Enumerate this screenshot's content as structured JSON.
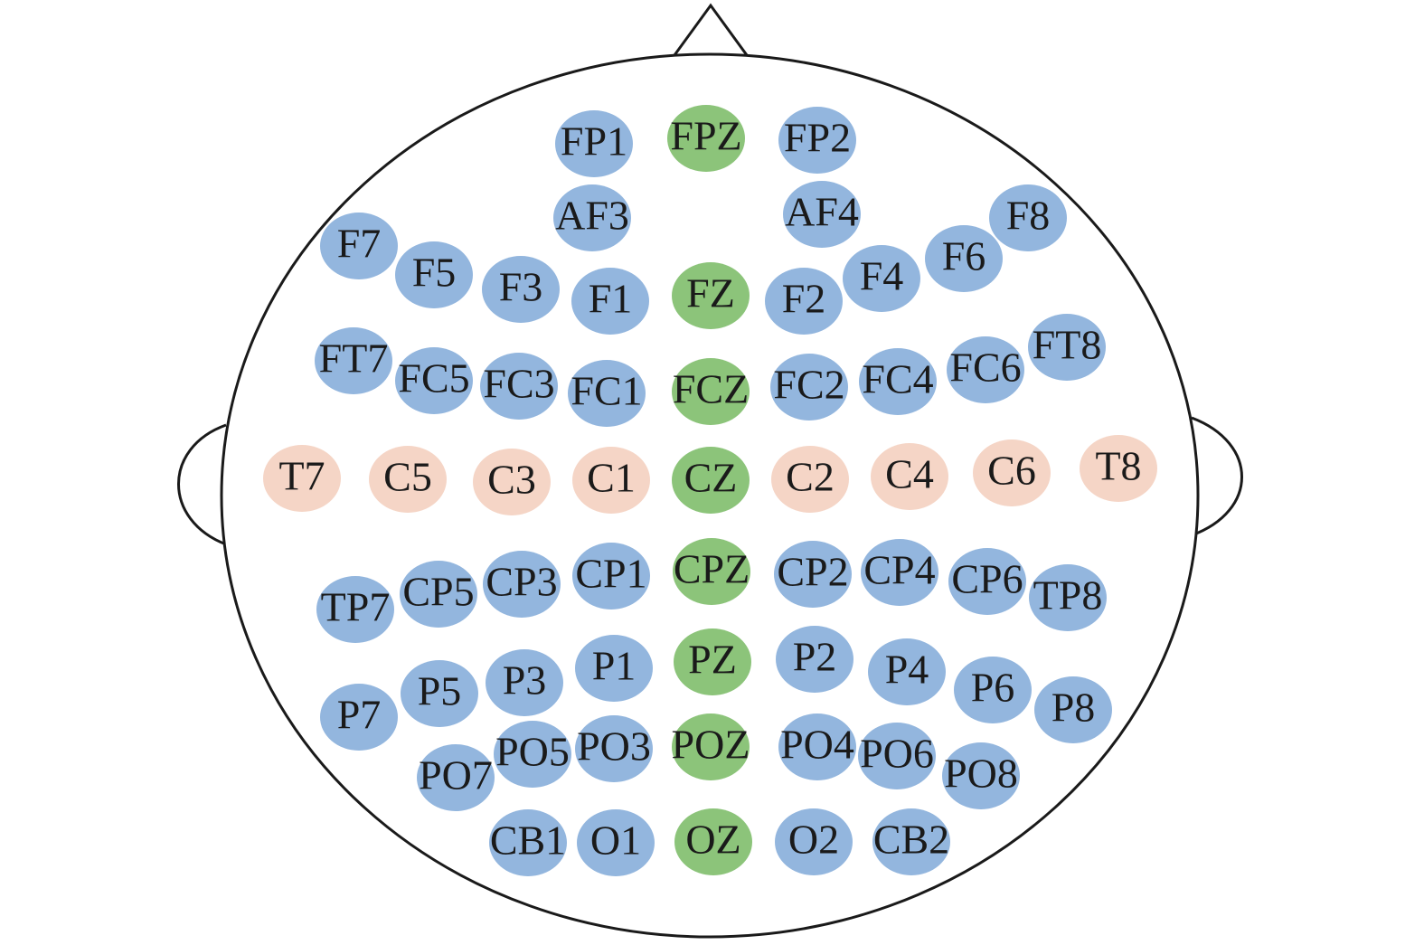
{
  "colors": {
    "midline": "#8cc47a",
    "lateral": "#93b6de",
    "central": "#f5d5c6",
    "outline": "#1a1a1a"
  },
  "electrodes": [
    {
      "label": "FP1",
      "group": "lateral"
    },
    {
      "label": "FPZ",
      "group": "midline"
    },
    {
      "label": "FP2",
      "group": "lateral"
    },
    {
      "label": "AF3",
      "group": "lateral"
    },
    {
      "label": "AF4",
      "group": "lateral"
    },
    {
      "label": "F7",
      "group": "lateral"
    },
    {
      "label": "F5",
      "group": "lateral"
    },
    {
      "label": "F3",
      "group": "lateral"
    },
    {
      "label": "F1",
      "group": "lateral"
    },
    {
      "label": "FZ",
      "group": "midline"
    },
    {
      "label": "F2",
      "group": "lateral"
    },
    {
      "label": "F4",
      "group": "lateral"
    },
    {
      "label": "F6",
      "group": "lateral"
    },
    {
      "label": "F8",
      "group": "lateral"
    },
    {
      "label": "FT7",
      "group": "lateral"
    },
    {
      "label": "FC5",
      "group": "lateral"
    },
    {
      "label": "FC3",
      "group": "lateral"
    },
    {
      "label": "FC1",
      "group": "lateral"
    },
    {
      "label": "FCZ",
      "group": "midline"
    },
    {
      "label": "FC2",
      "group": "lateral"
    },
    {
      "label": "FC4",
      "group": "lateral"
    },
    {
      "label": "FC6",
      "group": "lateral"
    },
    {
      "label": "FT8",
      "group": "lateral"
    },
    {
      "label": "T7",
      "group": "central"
    },
    {
      "label": "C5",
      "group": "central"
    },
    {
      "label": "C3",
      "group": "central"
    },
    {
      "label": "C1",
      "group": "central"
    },
    {
      "label": "CZ",
      "group": "midline"
    },
    {
      "label": "C2",
      "group": "central"
    },
    {
      "label": "C4",
      "group": "central"
    },
    {
      "label": "C6",
      "group": "central"
    },
    {
      "label": "T8",
      "group": "central"
    },
    {
      "label": "TP7",
      "group": "lateral"
    },
    {
      "label": "CP5",
      "group": "lateral"
    },
    {
      "label": "CP3",
      "group": "lateral"
    },
    {
      "label": "CP1",
      "group": "lateral"
    },
    {
      "label": "CPZ",
      "group": "midline"
    },
    {
      "label": "CP2",
      "group": "lateral"
    },
    {
      "label": "CP4",
      "group": "lateral"
    },
    {
      "label": "CP6",
      "group": "lateral"
    },
    {
      "label": "TP8",
      "group": "lateral"
    },
    {
      "label": "P7",
      "group": "lateral"
    },
    {
      "label": "P5",
      "group": "lateral"
    },
    {
      "label": "P3",
      "group": "lateral"
    },
    {
      "label": "P1",
      "group": "lateral"
    },
    {
      "label": "PZ",
      "group": "midline"
    },
    {
      "label": "P2",
      "group": "lateral"
    },
    {
      "label": "P4",
      "group": "lateral"
    },
    {
      "label": "P6",
      "group": "lateral"
    },
    {
      "label": "P8",
      "group": "lateral"
    },
    {
      "label": "PO7",
      "group": "lateral"
    },
    {
      "label": "PO5",
      "group": "lateral"
    },
    {
      "label": "PO3",
      "group": "lateral"
    },
    {
      "label": "POZ",
      "group": "midline"
    },
    {
      "label": "PO4",
      "group": "lateral"
    },
    {
      "label": "PO6",
      "group": "lateral"
    },
    {
      "label": "PO8",
      "group": "lateral"
    },
    {
      "label": "CB1",
      "group": "lateral"
    },
    {
      "label": "O1",
      "group": "lateral"
    },
    {
      "label": "OZ",
      "group": "midline"
    },
    {
      "label": "O2",
      "group": "lateral"
    },
    {
      "label": "CB2",
      "group": "lateral"
    }
  ]
}
